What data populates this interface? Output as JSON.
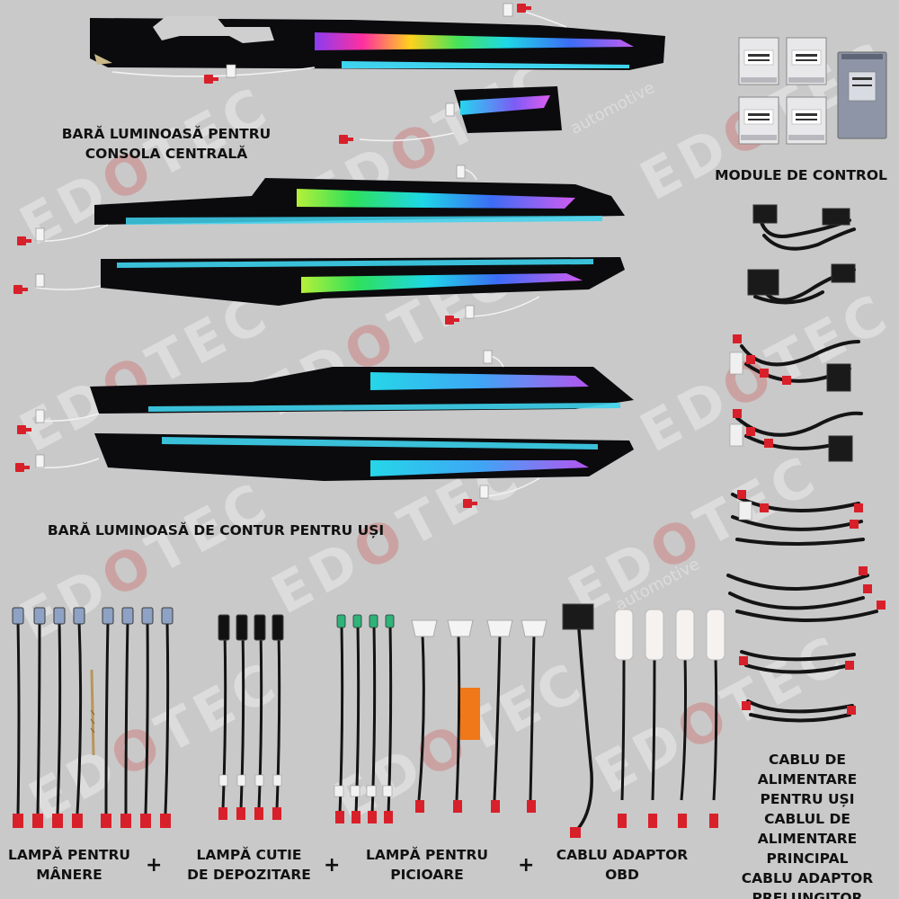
{
  "labels": {
    "console_bar": "BARĂ LUMINOASĂ PENTRU\nCONSOLA CENTRALĂ",
    "control_modules": "MODULE DE CONTROL",
    "door_bar": "BARĂ LUMINOASĂ DE CONTUR PENTRU UȘI",
    "cables_right": "CABLU DE ALIMENTARE\nPENTRU UȘI\nCABLUL DE ALIMENTARE\nPRINCIPAL\nCABLU ADAPTOR\nPRELUNGITOR",
    "handle_lamp": "LAMPĂ PENTRU\nMÂNERE",
    "storage_lamp": "LAMPĂ CUTIE\nDE DEPOZITARE",
    "foot_lamp": "LAMPĂ PENTRU\nPICIOARE",
    "obd_cable": "CABLU ADAPTOR\nOBD",
    "plus": "+"
  },
  "watermark": {
    "brand": "EDOTEC",
    "sub": "automotive"
  },
  "colors": {
    "background": "#c9c9c9",
    "trim": "#0b0b0e",
    "led_cyan": "#3fd4ee",
    "connector_red": "#d8202a"
  }
}
